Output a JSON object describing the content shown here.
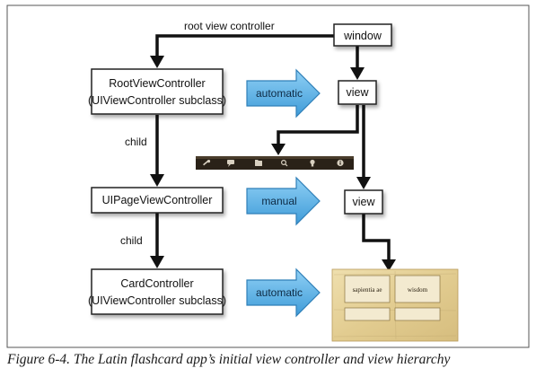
{
  "diagram": {
    "nodes": {
      "root_vc": {
        "line1": "RootViewController",
        "line2": "(UIViewController subclass)"
      },
      "page_vc": {
        "line1": "UIPageViewController"
      },
      "card_vc": {
        "line1": "CardController",
        "line2": "(UIViewController subclass)"
      },
      "window": {
        "label": "window"
      },
      "view_1": {
        "label": "view"
      },
      "view_2": {
        "label": "view"
      }
    },
    "edge_labels": {
      "root_view_controller": "root view controller",
      "child_1": "child",
      "child_2": "child"
    },
    "blue_arrows": {
      "automatic_1": "automatic",
      "manual": "manual",
      "automatic_2": "automatic"
    },
    "toolbar_icons": [
      "wrench-icon",
      "speech-bubble-icon",
      "folder-icon",
      "magnifier-icon",
      "lightbulb-icon",
      "info-icon"
    ],
    "card_screen": {
      "word": "sapientia ae",
      "translation": "wisdom"
    },
    "colors": {
      "arrow_fill": "#5fb0e0",
      "arrow_stroke": "#2f7fb8",
      "toolbar_bg": "#2a2218",
      "card_bg": "#e9d8a6",
      "frame": "#555555"
    }
  },
  "caption": "Figure 6-4. The Latin flashcard app’s initial view controller and view hierarchy"
}
